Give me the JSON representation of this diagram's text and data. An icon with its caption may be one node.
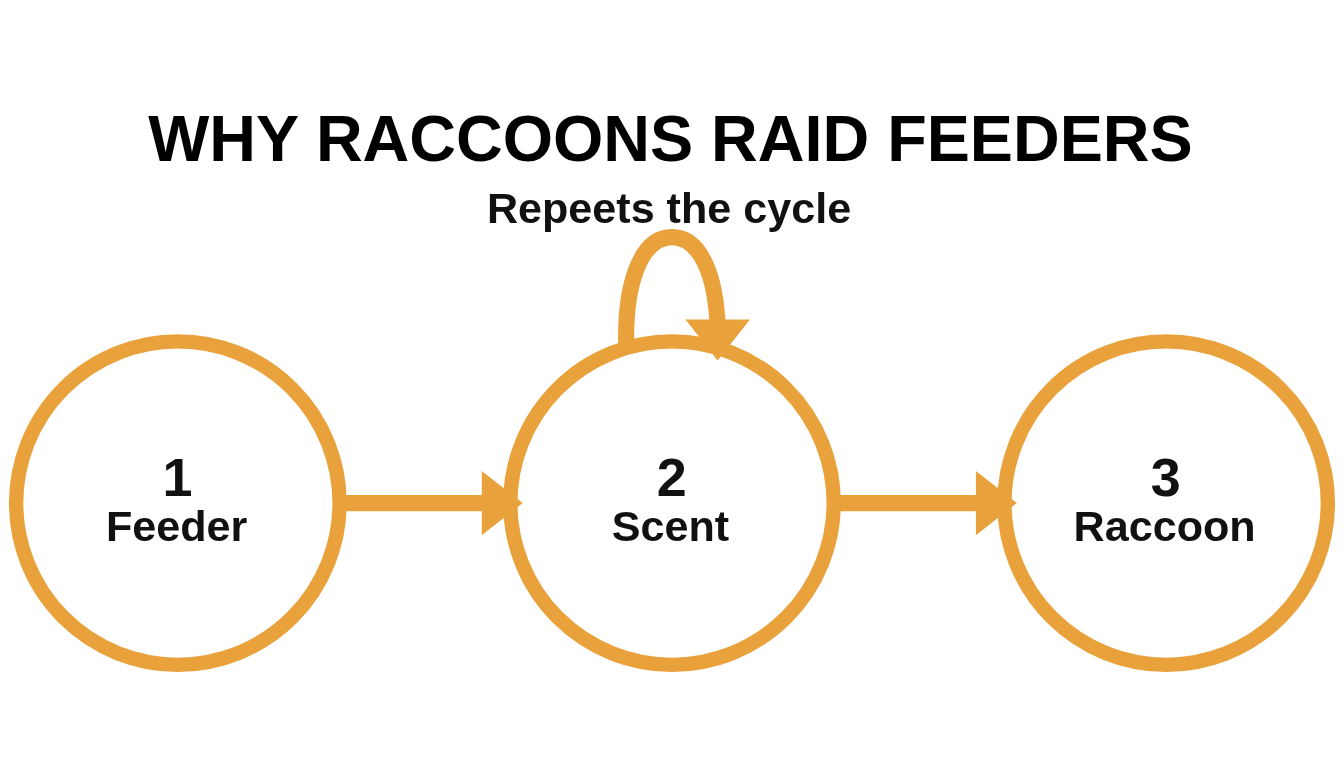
{
  "diagram": {
    "title": "WHY RACCOONS RAID FEEDERS",
    "nodes": [
      {
        "text": [
          "1",
          "Feeder"
        ]
      },
      {
        "text": [
          "2",
          "Scent"
        ]
      },
      {
        "text": [
          "3",
          "Raccoon"
        ]
      }
    ],
    "edges": [
      {
        "from": 0,
        "to": 1,
        "arrow": "to"
      },
      {
        "from": 1,
        "to": 2,
        "arrow": "to"
      },
      {
        "from": 1,
        "to": 1,
        "arrow": "to",
        "label": "Repeets the cycle"
      }
    ]
  }
}
